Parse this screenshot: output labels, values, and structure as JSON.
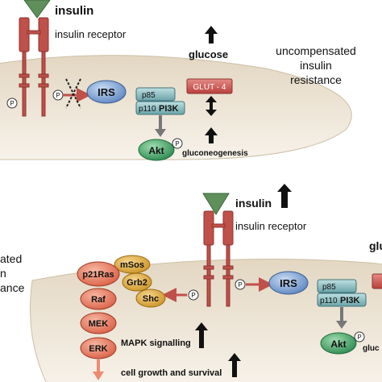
{
  "top_panel": {
    "hormone": "insulin",
    "receptor": "insulin receptor",
    "glucose": "glucose",
    "status_line1": "uncompensated",
    "status_line2": "insulin",
    "status_line3": "resistance",
    "irs": "IRS",
    "p85": "p85",
    "p110": "p110",
    "pi3k": "PI3K",
    "glut4": "GLUT - 4",
    "akt": "Akt",
    "gluconeogenesis": "gluconeogenesis",
    "phospho": "P"
  },
  "bottom_panel": {
    "hormone": "insulin",
    "receptor": "insulin receptor",
    "partial_left_1": "ated",
    "partial_left_2": "n",
    "partial_left_3": "ance",
    "partial_right_top": "glu",
    "p21ras": "p21Ras",
    "msos": "mSos",
    "grb2": "Grb2",
    "shc": "Shc",
    "raf": "Raf",
    "mek": "MEK",
    "erk": "ERK",
    "irs": "IRS",
    "p85": "p85",
    "p110": "p110",
    "pi3k": "PI3K",
    "akt": "Akt",
    "gluco_partial": "gluc",
    "mapk": "MAPK signalling",
    "growth": "cell growth and survival",
    "phospho": "P"
  }
}
